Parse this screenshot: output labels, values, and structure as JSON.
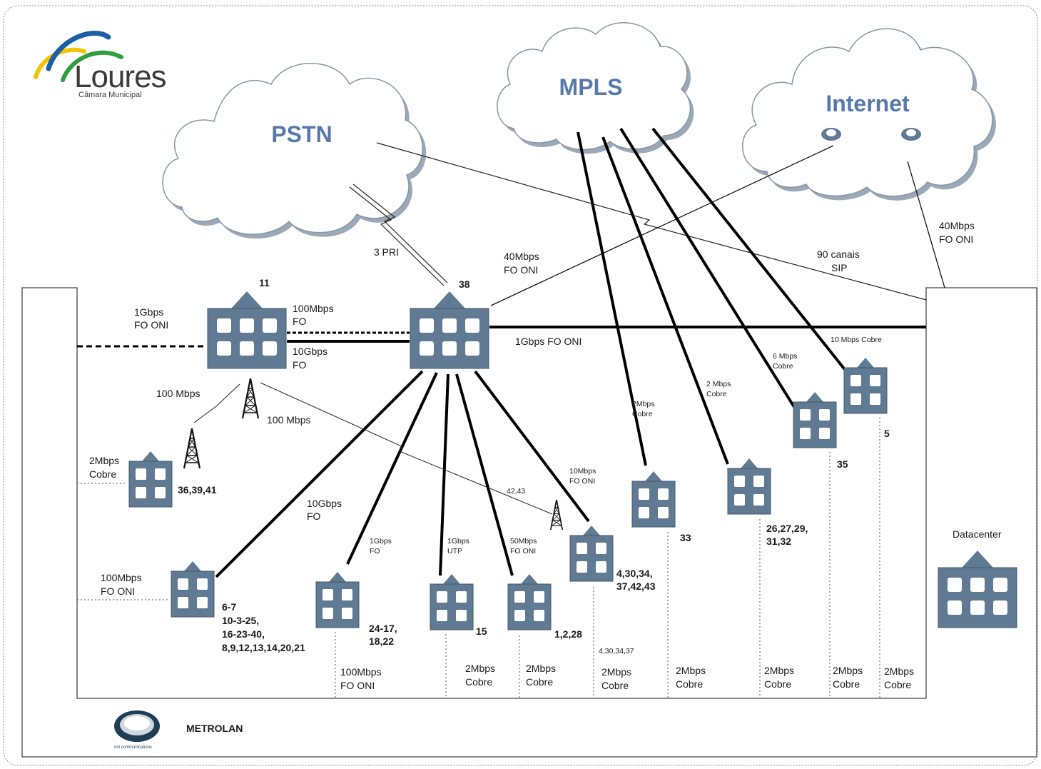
{
  "logo": {
    "name": "Loures",
    "subtitle": "Câmara Municipal"
  },
  "clouds": {
    "pstn": "PSTN",
    "mpls": "MPLS",
    "internet": "Internet"
  },
  "sites": {
    "b11": "11",
    "b38": "38",
    "b5": "5",
    "b35": "35",
    "b33": "33",
    "b26": [
      "26,27,29,",
      "31,32"
    ],
    "b4": [
      "4,30,34,",
      "37,42,43"
    ],
    "b36": "36,39,41",
    "b6": [
      "6-7",
      "10-3-25,",
      "16-23-40,",
      "8,9,12,13,14,20,21"
    ],
    "b24": [
      "24-17,",
      "18,22"
    ],
    "b15": "15",
    "b1": "1,2,28",
    "datacenter": "Datacenter"
  },
  "links": {
    "pri": "3 PRI",
    "fo40": [
      "40Mbps",
      "FO ONI"
    ],
    "sip": [
      "90 canais",
      "SIP"
    ],
    "inet40": [
      "40Mbps",
      "FO ONI"
    ],
    "g1_left": [
      "1Gbps",
      "FO ONI"
    ],
    "m100fo": [
      "100Mbps",
      "FO"
    ],
    "g10fo": [
      "10Gbps",
      "FO"
    ],
    "g1_fo_oni": "1Gbps FO ONI",
    "m100_a": "100 Mbps",
    "m100_b": "100 Mbps",
    "c2_left": [
      "2Mbps",
      "Cobre"
    ],
    "m100_oni_left": [
      "100Mbps",
      "FO ONI"
    ],
    "g10fo_b6": [
      "10Gbps",
      "FO"
    ],
    "g1fo_small": [
      "1Gbps",
      "FO"
    ],
    "g1utp": [
      "1Gbps",
      "UTP"
    ],
    "m50": [
      "50Mbps",
      "FO ONI"
    ],
    "m10": [
      "10Mbps",
      "FO ONI"
    ],
    "w4243": "42,43",
    "c2_b33": [
      "2Mbps",
      "Cobre"
    ],
    "c2_b26": [
      "2 Mbps",
      "Cobre"
    ],
    "c6_b35": [
      "6 Mbps",
      "Cobre"
    ],
    "c10_b5": "10 Mbps Cobre",
    "sub43037": "4,30,34,37"
  },
  "bottom": {
    "b24": [
      "100Mbps",
      "FO ONI"
    ],
    "b15": [
      "2Mbps",
      "Cobre"
    ],
    "b1": [
      "2Mbps",
      "Cobre"
    ],
    "b4": [
      "2Mbps",
      "Cobre"
    ],
    "b33": [
      "2Mbps",
      "Cobre"
    ],
    "b26": [
      "2Mbps",
      "Cobre"
    ],
    "b35": [
      "2Mbps",
      "Cobre"
    ],
    "b5": [
      "2Mbps",
      "Cobre"
    ]
  },
  "metrolan": "METROLAN",
  "oni_caption": "oni communications",
  "colors": {
    "building": "#5f7a92",
    "cloud_fill": "#ffffff",
    "cloud_shadow": "#9aa9b8",
    "cloud_title": "#5778aa"
  }
}
